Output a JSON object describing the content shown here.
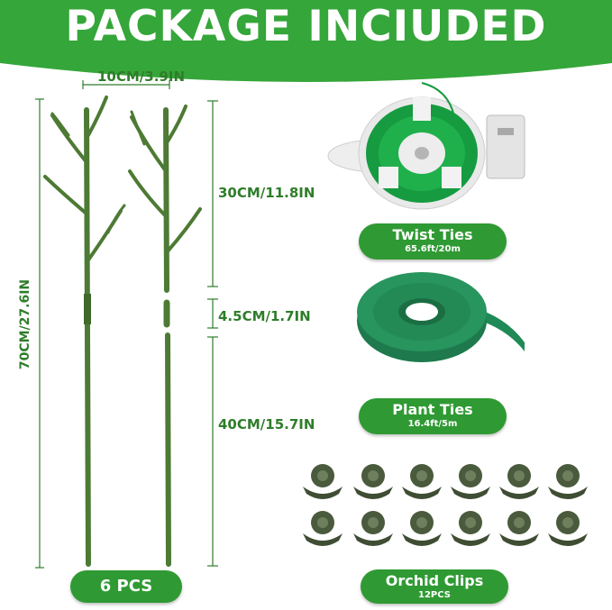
{
  "header": {
    "title": "PACKAGE INCIUDED"
  },
  "dimensions": {
    "width": "10CM/3.9IN",
    "top_length": "30CM/11.8IN",
    "joint_length": "4.5CM/1.7IN",
    "bottom_length": "40CM/15.7IN",
    "total_height": "70CM/27.6IN"
  },
  "stakes": {
    "count_label": "6 PCS"
  },
  "items": [
    {
      "name": "Twist Ties",
      "detail": "65.6ft/20m"
    },
    {
      "name": "Plant Ties",
      "detail": "16.4ft/5m"
    },
    {
      "name": "Orchid Clips",
      "detail": "12PCS"
    }
  ],
  "colors": {
    "brand_green": "#2f9a33",
    "stake_green": "#4d7a34",
    "tie_green": "#238a5a",
    "dimension_text": "#2f7d2a"
  }
}
